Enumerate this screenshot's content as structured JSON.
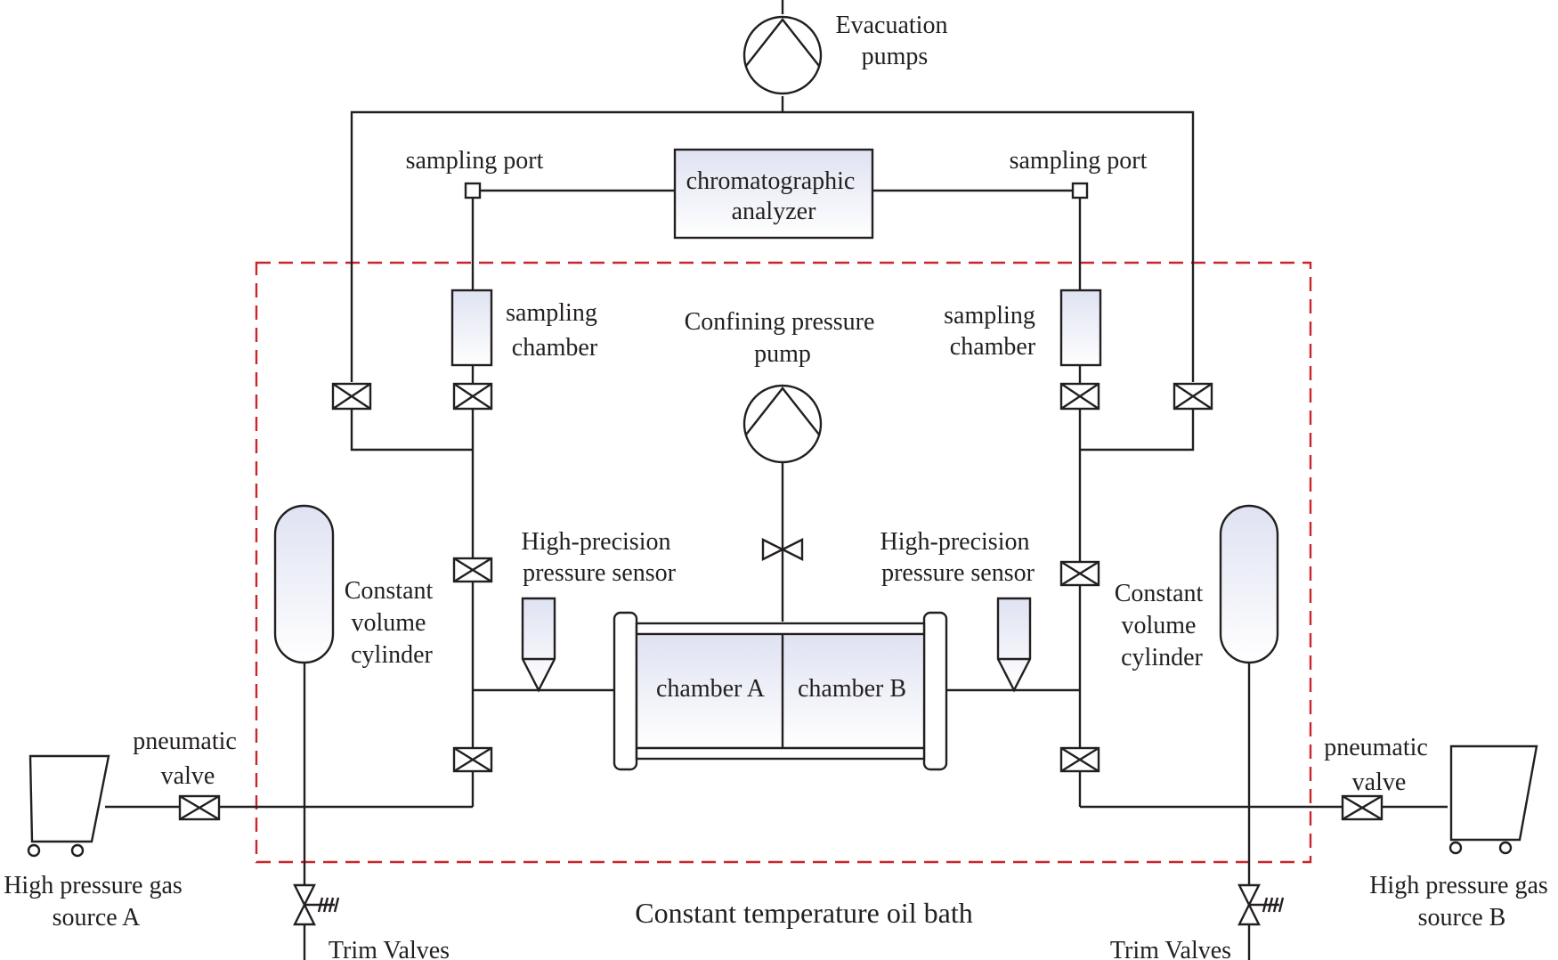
{
  "labels": {
    "evacuation_pumps": [
      "Evacuation",
      "pumps"
    ],
    "sampling_port_left": "sampling port",
    "sampling_port_right": "sampling port",
    "chromatographic_analyzer": [
      "chromatographic",
      "analyzer"
    ],
    "sampling_chamber_left": [
      "sampling",
      "chamber"
    ],
    "sampling_chamber_right": [
      "sampling",
      "chamber"
    ],
    "confining_pressure_pump": [
      "Confining pressure",
      "pump"
    ],
    "pressure_sensor_left": [
      "High-precision",
      "pressure sensor"
    ],
    "pressure_sensor_right": [
      "High-precision",
      "pressure sensor"
    ],
    "constant_volume_cylinder_left": [
      "Constant",
      "volume",
      "cylinder"
    ],
    "constant_volume_cylinder_right": [
      "Constant",
      "volume",
      "cylinder"
    ],
    "chamber_a": "chamber A",
    "chamber_b": "chamber B",
    "pneumatic_valve_left": [
      "pneumatic",
      "valve"
    ],
    "pneumatic_valve_right": [
      "pneumatic",
      "valve"
    ],
    "gas_source_a": [
      "High pressure gas",
      "source A"
    ],
    "gas_source_b": [
      "High pressure gas",
      "source B"
    ],
    "oil_bath": "Constant temperature oil bath",
    "trim_valves_left": "Trim Valves",
    "trim_valves_right": "Trim Valves"
  },
  "colors": {
    "line": "#231f20",
    "oil_bath_border": "#c8262c",
    "fill_gradient_top": "#dfe2f2",
    "fill_gradient_bottom": "#ffffff"
  }
}
